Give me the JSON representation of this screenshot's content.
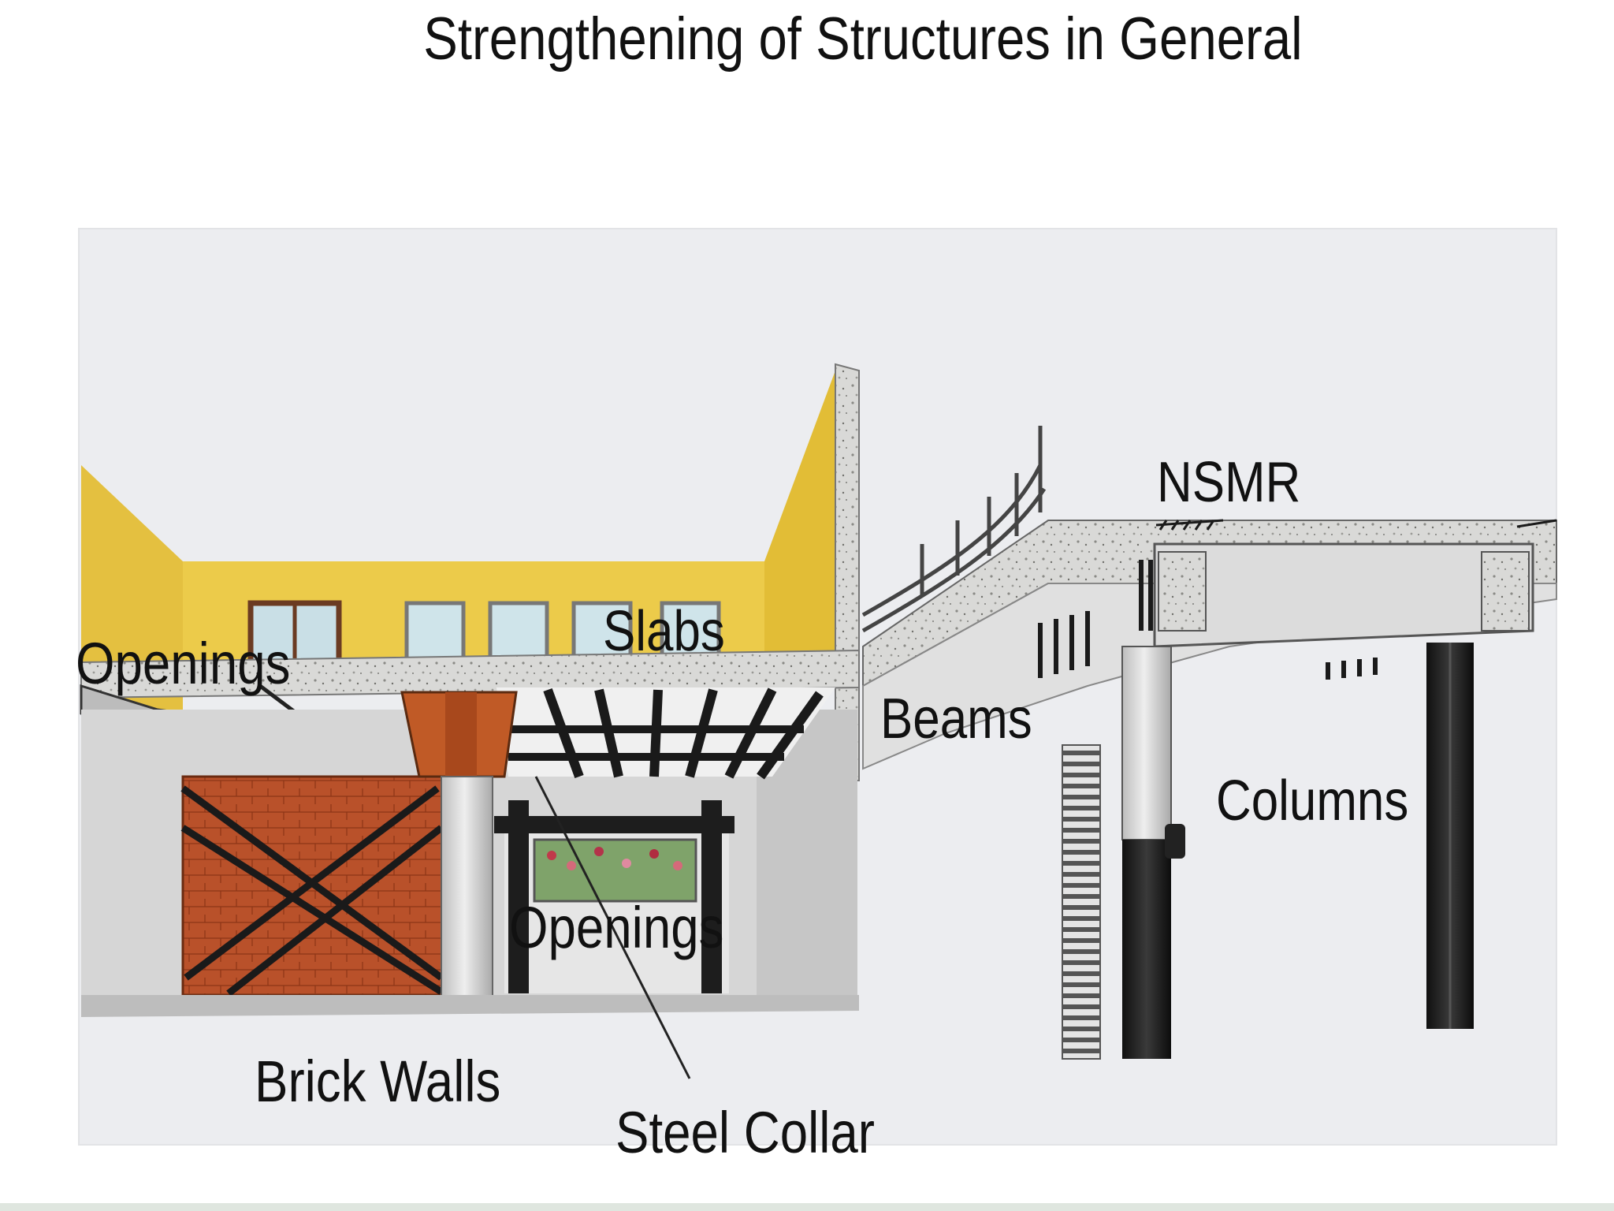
{
  "slide": {
    "title": "Strengthening of Structures in General"
  },
  "labels": {
    "openings_left": "Openings",
    "slabs": "Slabs",
    "beams": "Beams",
    "nsmr": "NSMR",
    "columns": "Columns",
    "openings_middle": "Openings",
    "brick_walls": "Brick Walls",
    "steel_collar": "Steel Collar"
  },
  "colors": {
    "background": "#ffffff",
    "illustration_backdrop": "#ecedf0",
    "wall_yellow": "#eccb4a",
    "brick_red": "#b24b24",
    "concrete_grey": "#cfd0d2",
    "steel_black": "#1e1e1e",
    "text": "#111111"
  }
}
